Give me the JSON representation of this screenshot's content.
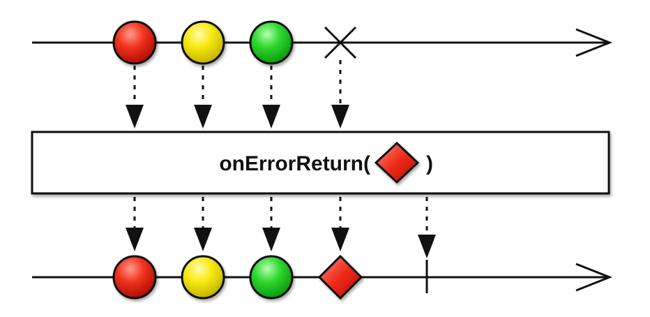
{
  "operator": {
    "prefix": "onErrorReturn(",
    "suffix": ")",
    "argument_shape": "diamond-red"
  },
  "source_stream": {
    "items": [
      {
        "shape": "circle",
        "color": "red"
      },
      {
        "shape": "circle",
        "color": "yellow"
      },
      {
        "shape": "circle",
        "color": "green"
      }
    ],
    "terminal": "error-x"
  },
  "result_stream": {
    "items": [
      {
        "shape": "circle",
        "color": "red"
      },
      {
        "shape": "circle",
        "color": "yellow"
      },
      {
        "shape": "circle",
        "color": "green"
      },
      {
        "shape": "diamond",
        "color": "red"
      }
    ],
    "terminal": "completion-bar"
  },
  "colors": {
    "red": "#e8251a",
    "yellow": "#f4e600",
    "green": "#2ed12e",
    "line": "#111111",
    "box_fill": "#ffffff"
  }
}
